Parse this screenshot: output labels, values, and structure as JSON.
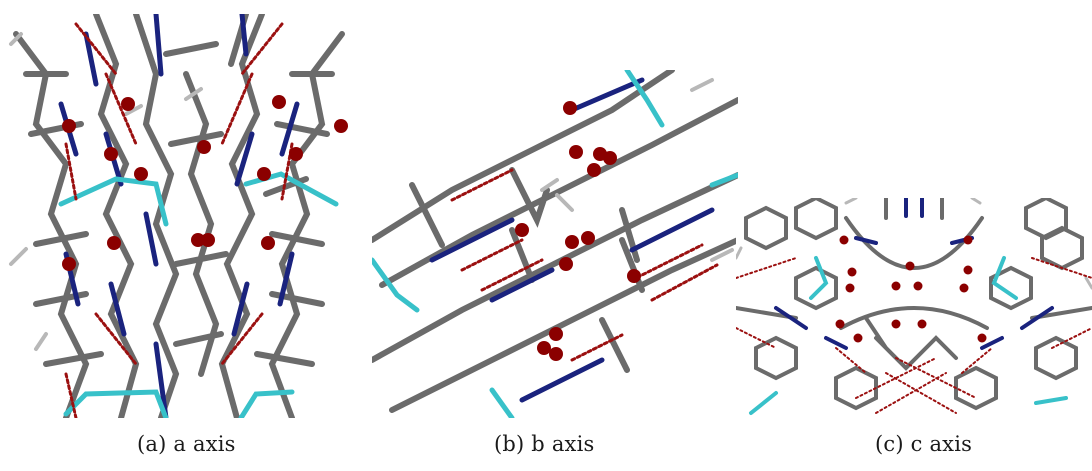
{
  "figure": {
    "panels": [
      {
        "id": "a",
        "caption": "(a) a axis"
      },
      {
        "id": "b",
        "caption": "(b) b axis"
      },
      {
        "id": "c",
        "caption": "(c) c axis"
      }
    ]
  },
  "colors": {
    "carbon": "#6b6b6b",
    "nitrogen": "#1a237e",
    "oxygen_water": "#8b0000",
    "hydrogen": "#b8b8b8",
    "metal_link": "#38c1c9",
    "hbond": "#9b1010",
    "background": "#ffffff"
  }
}
